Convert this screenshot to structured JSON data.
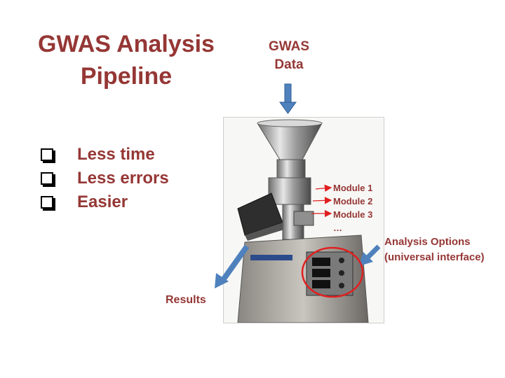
{
  "slide": {
    "title_line1": "GWAS Analysis",
    "title_line2": "Pipeline",
    "bullets": [
      "Less time",
      "Less errors",
      "Easier"
    ],
    "gwas_label_line1": "GWAS",
    "gwas_label_line2": "Data",
    "modules": [
      "Module 1",
      "Module 2",
      "Module 3",
      "…"
    ],
    "options_line1": "Analysis Options",
    "options_line2": "(universal interface)",
    "results_label": "Results"
  },
  "colors": {
    "text_accent": "#953735",
    "arrow_blue": "#4F81BD",
    "highlight_red": "#E02020"
  },
  "icons": [
    "checkbox-icon",
    "down-arrow-icon",
    "module-arrow-icon",
    "machine-illustration"
  ]
}
